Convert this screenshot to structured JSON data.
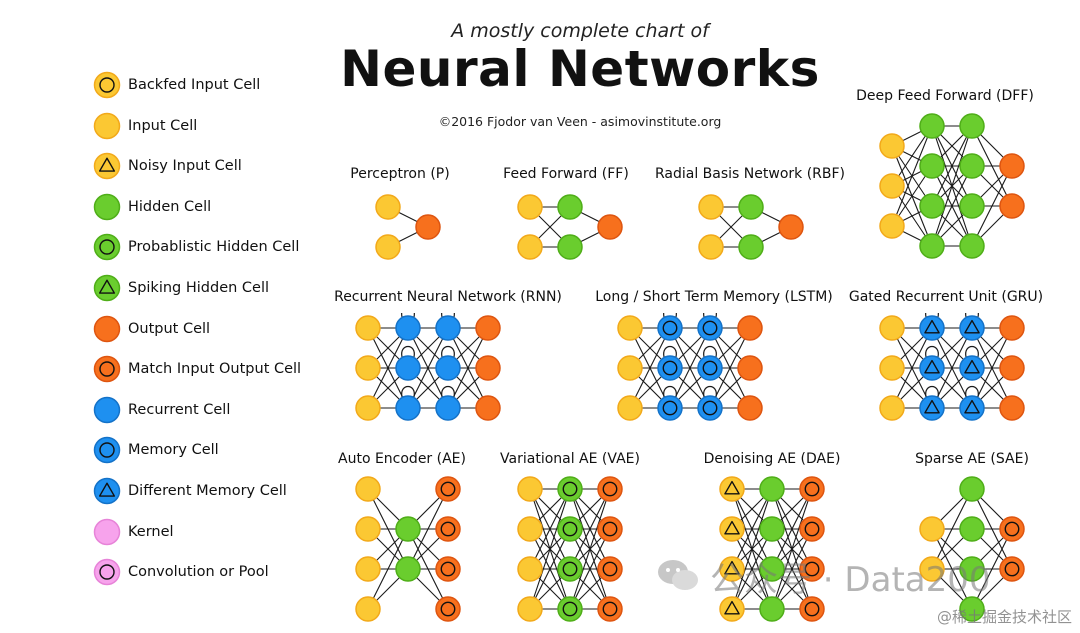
{
  "header": {
    "subtitle": "A mostly complete chart of",
    "title": "Neural Networks",
    "credit": "©2016 Fjodor van Veen - asimovinstitute.org"
  },
  "colors": {
    "input": "#fbc833",
    "input_border": "#f2a91a",
    "hidden": "#6acd2e",
    "hidden_border": "#4fae18",
    "output": "#f7701d",
    "output_border": "#de5510",
    "recurrent": "#1e90f0",
    "recurrent_border": "#1472c8",
    "kernel": "#f7a3ec",
    "kernel_border": "#e783d8",
    "symbol": "#111111",
    "line": "#1a1a1a"
  },
  "legend": [
    {
      "label": "Backfed Input Cell",
      "cell": "input",
      "symbol": "circle"
    },
    {
      "label": "Input Cell",
      "cell": "input",
      "symbol": "none"
    },
    {
      "label": "Noisy Input Cell",
      "cell": "input",
      "symbol": "triangle"
    },
    {
      "label": "Hidden Cell",
      "cell": "hidden",
      "symbol": "none"
    },
    {
      "label": "Probablistic Hidden Cell",
      "cell": "hidden",
      "symbol": "circle"
    },
    {
      "label": "Spiking Hidden Cell",
      "cell": "hidden",
      "symbol": "triangle"
    },
    {
      "label": "Output Cell",
      "cell": "output",
      "symbol": "none"
    },
    {
      "label": "Match Input Output Cell",
      "cell": "output",
      "symbol": "circle"
    },
    {
      "label": "Recurrent Cell",
      "cell": "recurrent",
      "symbol": "none"
    },
    {
      "label": "Memory Cell",
      "cell": "recurrent",
      "symbol": "circle"
    },
    {
      "label": "Different Memory Cell",
      "cell": "recurrent",
      "symbol": "triangle"
    },
    {
      "label": "Kernel",
      "cell": "kernel",
      "symbol": "none"
    },
    {
      "label": "Convolution or Pool",
      "cell": "kernel",
      "symbol": "circle"
    }
  ],
  "networks": {
    "p": {
      "title": "Perceptron (P)"
    },
    "ff": {
      "title": "Feed Forward (FF)"
    },
    "rbf": {
      "title": "Radial Basis Network (RBF)"
    },
    "dff": {
      "title": "Deep Feed Forward (DFF)"
    },
    "rnn": {
      "title": "Recurrent Neural Network (RNN)"
    },
    "lstm": {
      "title": "Long / Short Term Memory (LSTM)"
    },
    "gru": {
      "title": "Gated Recurrent Unit (GRU)"
    },
    "ae": {
      "title": "Auto Encoder (AE)"
    },
    "vae": {
      "title": "Variational AE (VAE)"
    },
    "dae": {
      "title": "Denoising AE (DAE)"
    },
    "sae": {
      "title": "Sparse AE (SAE)"
    }
  },
  "watermark": {
    "text": "公众号 · Data200",
    "site": "@稀土掘金技术社区"
  }
}
